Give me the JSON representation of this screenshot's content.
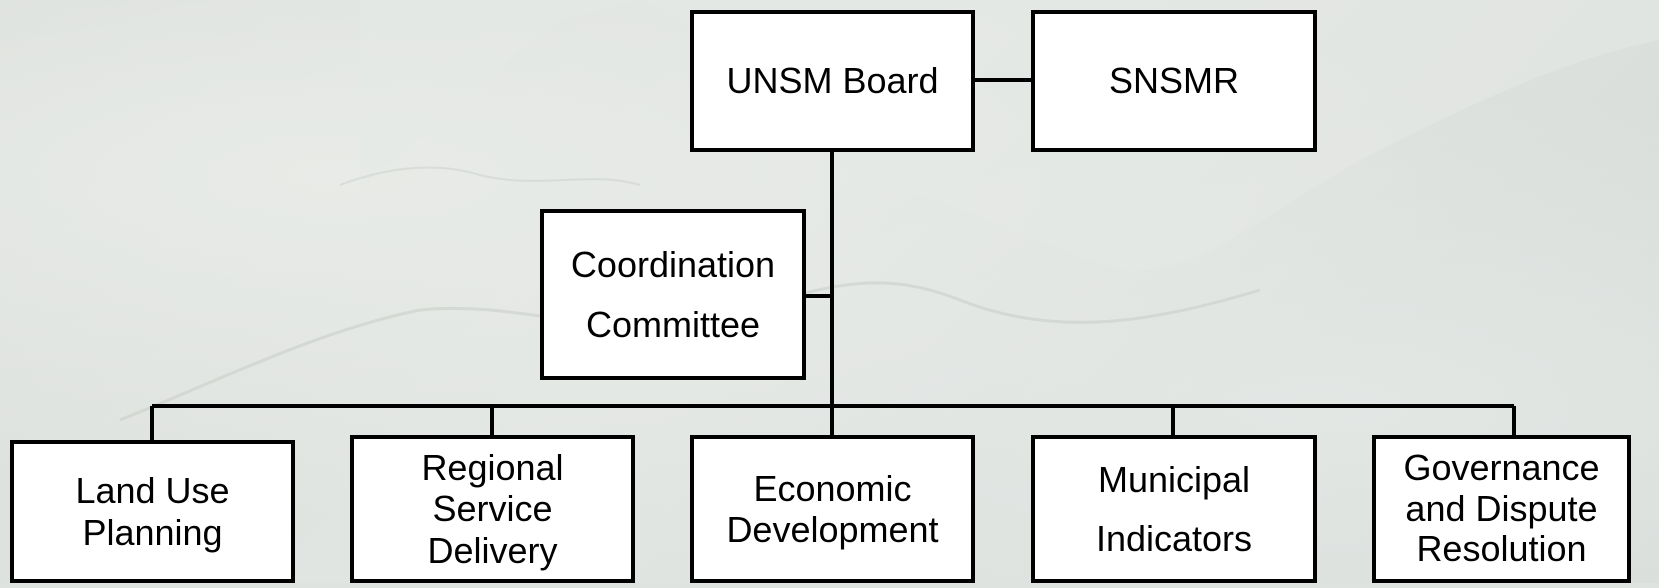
{
  "diagram": {
    "top": {
      "board": "UNSM Board",
      "partner": "SNSMR"
    },
    "committee": {
      "line1": "Coordination",
      "line2": "Committee"
    },
    "bottom": [
      {
        "line1": "Land Use",
        "line2": "Planning"
      },
      {
        "line1": "Regional",
        "line2": "Service",
        "line3": "Delivery"
      },
      {
        "line1": "Economic",
        "line2": "Development"
      },
      {
        "line1": "Municipal",
        "line2": "Indicators"
      },
      {
        "line1": "Governance",
        "line2": "and Dispute",
        "line3": "Resolution"
      }
    ]
  },
  "colors": {
    "box_fill": "#ffffff",
    "box_border": "#000000",
    "connector": "#000000",
    "background": "#dfe3e0"
  }
}
